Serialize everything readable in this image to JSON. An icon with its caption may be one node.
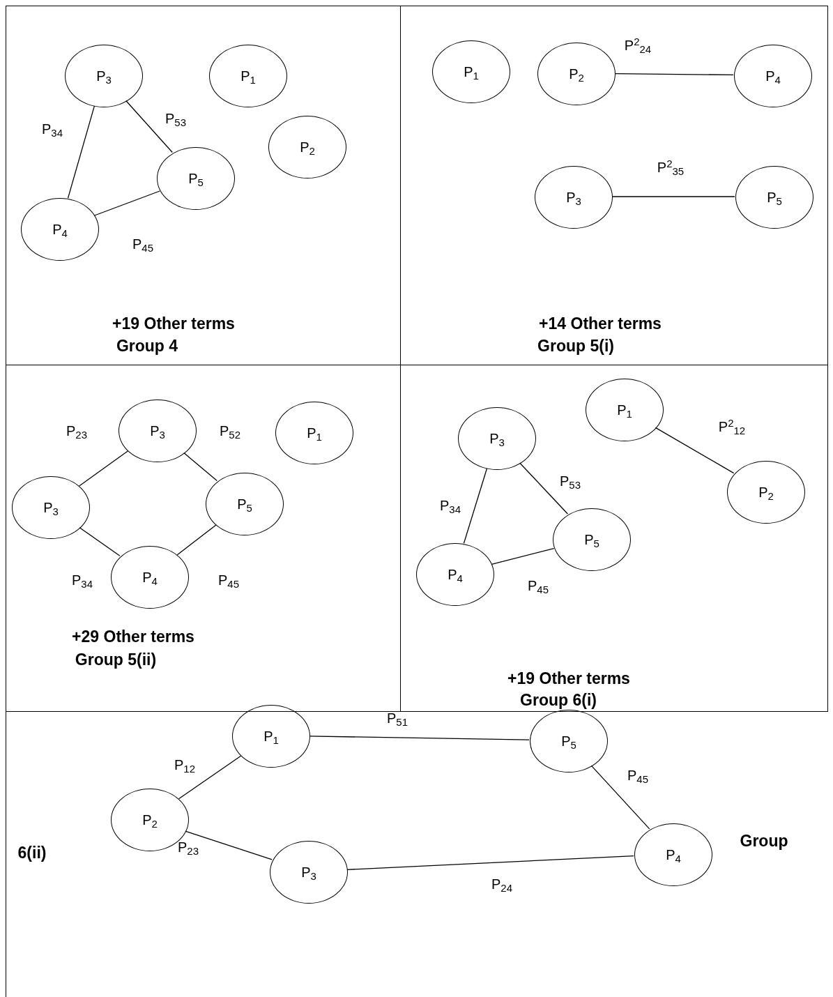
{
  "diagram": {
    "nodes": [
      {
        "text": [
          "+19 Other terms",
          "Group 4"
        ]
      },
      {
        "text": [
          "P$_{3}$"
        ],
        "in": 0
      },
      {
        "text": [
          "P$_{1}$"
        ],
        "in": 0
      },
      {
        "text": [
          "P$_{2}$"
        ],
        "in": 0
      },
      {
        "text": [
          "P$_{5}$"
        ],
        "in": 0
      },
      {
        "text": [
          "P$_{4}$"
        ],
        "in": 0
      },
      {
        "text": [
          "+14 Other terms",
          "Group 5(i)"
        ]
      },
      {
        "text": [
          "P$_{1}$"
        ],
        "in": 6
      },
      {
        "text": [
          "P$_{2}$"
        ],
        "in": 6
      },
      {
        "text": [
          "P$_{4}$"
        ],
        "in": 6
      },
      {
        "text": [
          "P$_{3}$"
        ],
        "in": 6
      },
      {
        "text": [
          "P$_{5}$"
        ],
        "in": 6
      },
      {
        "text": [
          "+29 Other terms",
          "Group 5(ii)"
        ]
      },
      {
        "text": [
          "P$_{3}$"
        ],
        "in": 12
      },
      {
        "text": [
          "P$_{1}$"
        ],
        "in": 12
      },
      {
        "text": [
          "P$_{3}$"
        ],
        "in": 12
      },
      {
        "text": [
          "P$_{5}$"
        ],
        "in": 12
      },
      {
        "text": [
          "P$_{4}$"
        ],
        "in": 12
      },
      {
        "text": [
          "+19 Other terms",
          "Group 6(i)"
        ]
      },
      {
        "text": [
          "P$_{1}$"
        ],
        "in": 18
      },
      {
        "text": [
          "P$_{2}$"
        ],
        "in": 18
      },
      {
        "text": [
          "P$_{3}$"
        ],
        "in": 18
      },
      {
        "text": [
          "P$_{5}$"
        ],
        "in": 18
      },
      {
        "text": [
          "P$_{4}$"
        ],
        "in": 18
      },
      {
        "text": [
          "6(ii)",
          "Group"
        ]
      },
      {
        "text": [
          "P$_{1}$"
        ],
        "in": 24
      },
      {
        "text": [
          "P$_{5}$"
        ],
        "in": 24
      },
      {
        "text": [
          "P$_{2}$"
        ],
        "in": 24
      },
      {
        "text": [
          "P$_{4}$"
        ],
        "in": 24
      },
      {
        "text": [
          "P$_{3}$"
        ],
        "in": 24
      }
    ],
    "edges": [
      {
        "from": 1,
        "to": 5,
        "arrow": "none",
        "label": "P$_{34}$"
      },
      {
        "from": 1,
        "to": 4,
        "arrow": "none",
        "label": "P$_{53}$"
      },
      {
        "from": 5,
        "to": 4,
        "arrow": "none",
        "label": "P$_{45}$"
      },
      {
        "from": 8,
        "to": 9,
        "arrow": "none",
        "label": "P$^{2}$$_{24}$"
      },
      {
        "from": 10,
        "to": 11,
        "arrow": "none",
        "label": "P$^{2}$$_{35}$"
      },
      {
        "from": 13,
        "to": 15,
        "arrow": "none",
        "label": "P$_{23}$"
      },
      {
        "from": 13,
        "to": 16,
        "arrow": "none",
        "label": "P$_{52}$"
      },
      {
        "from": 15,
        "to": 17,
        "arrow": "none",
        "label": "P$_{34}$"
      },
      {
        "from": 17,
        "to": 16,
        "arrow": "none",
        "label": "P$_{45}$"
      },
      {
        "from": 19,
        "to": 20,
        "arrow": "none",
        "label": "P$^{2}$$_{12}$"
      },
      {
        "from": 21,
        "to": 23,
        "arrow": "none",
        "label": "P$_{34}$"
      },
      {
        "from": 21,
        "to": 22,
        "arrow": "none",
        "label": "P$_{53}$"
      },
      {
        "from": 23,
        "to": 22,
        "arrow": "none",
        "label": "P$_{45}$"
      },
      {
        "from": 25,
        "to": 26,
        "arrow": "none",
        "label": "P$_{51}$"
      },
      {
        "from": 25,
        "to": 27,
        "arrow": "none",
        "label": "P$_{12}$"
      },
      {
        "from": 26,
        "to": 28,
        "arrow": "none",
        "label": "P$_{45}$"
      },
      {
        "from": 27,
        "to": 29,
        "arrow": "none",
        "label": "P$_{23}$"
      },
      {
        "from": 29,
        "to": 28,
        "arrow": "none",
        "label": "P$_{24}$"
      }
    ]
  }
}
